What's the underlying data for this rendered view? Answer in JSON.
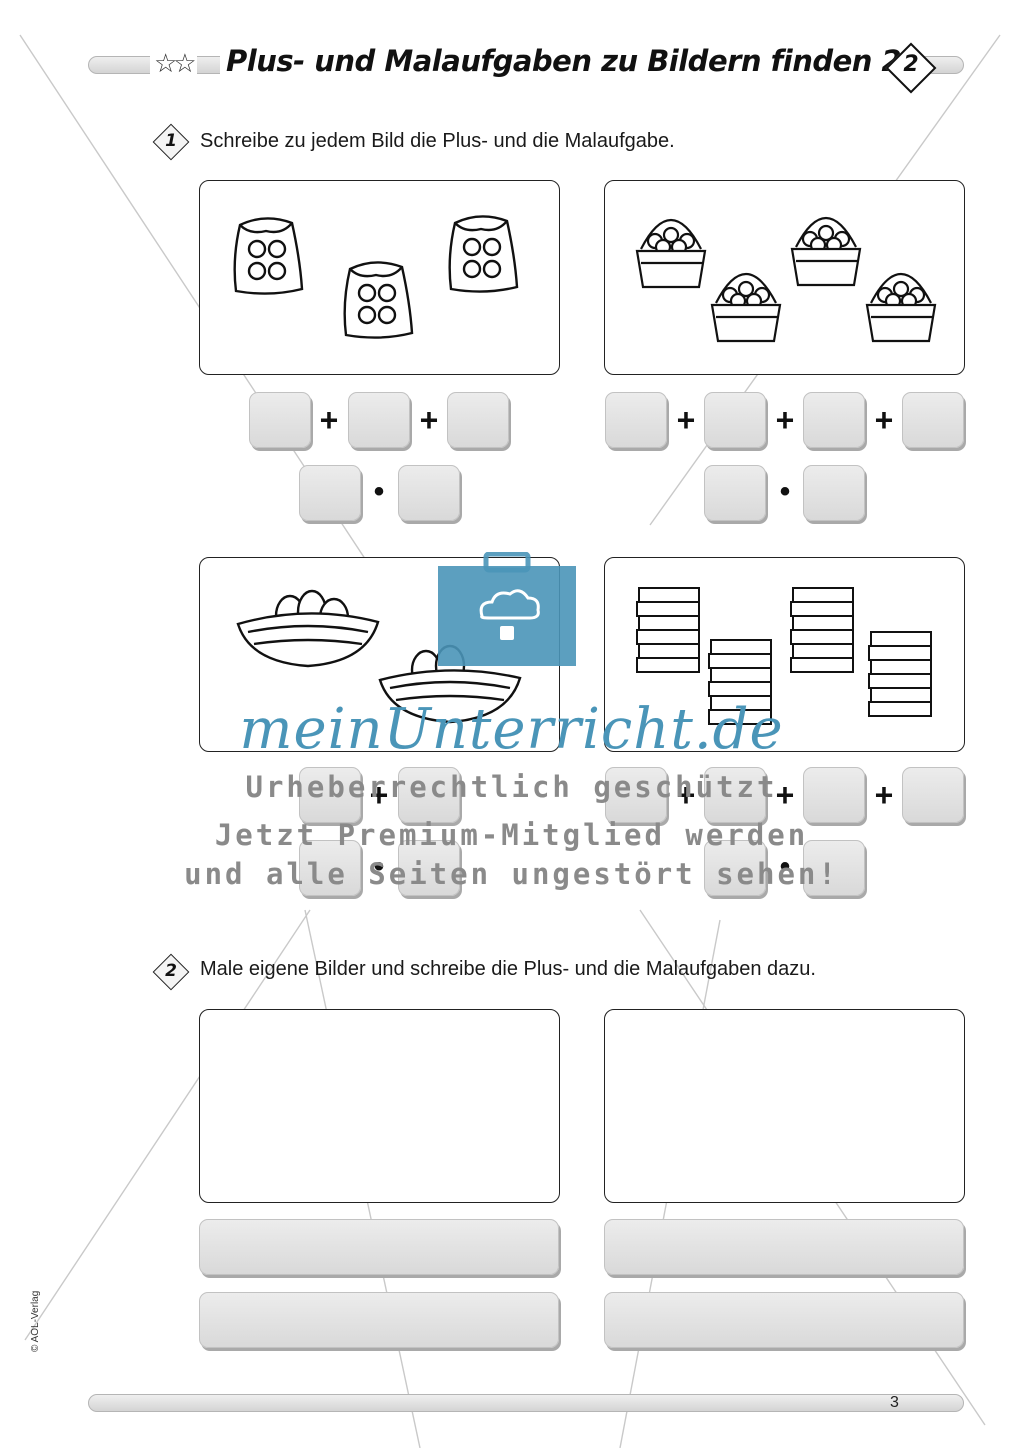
{
  "header": {
    "stars": "☆☆",
    "title": "Plus- und Malaufgaben zu Bildern finden 2",
    "badge_number": "2"
  },
  "task1": {
    "number": "1",
    "instruction": "Schreibe zu jedem Bild die Plus- und die Malaufgabe."
  },
  "task2": {
    "number": "2",
    "instruction": "Male eigene Bilder und schreibe die Plus- und die Malaufgaben dazu."
  },
  "operators": {
    "plus": "+",
    "times": "•"
  },
  "watermark": {
    "brand": "meinUnterricht.de",
    "line1": "Urheberrechtlich geschützt",
    "line2": "Jetzt Premium-Mitglied werden",
    "line3": "und alle Seiten ungestört sehen!"
  },
  "footer": {
    "copyright": "© AOL-Verlag",
    "page_number": "3"
  },
  "colors": {
    "watermark_blue": "#4a95b8",
    "box_gray": "#dcdcdc"
  }
}
